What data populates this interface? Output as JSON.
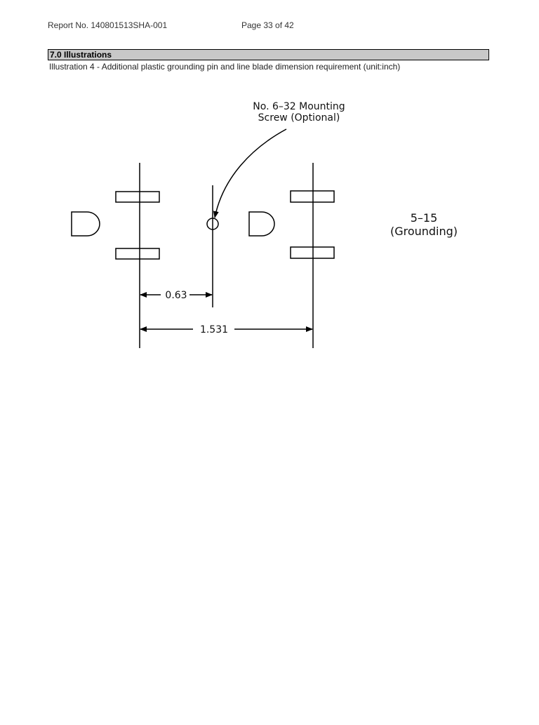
{
  "header": {
    "report_no": "Report No. 140801513SHA-001",
    "page": "Page 33 of 42"
  },
  "section": {
    "title": "7.0 Illustrations",
    "caption": "Illustration 4 - Additional plastic grounding pin and line blade dimension requirement (unit:inch)"
  },
  "drawing": {
    "screw_label_line1": "No. 6–32 Mounting",
    "screw_label_line2": "Screw (Optional)",
    "config_label_line1": "5–15",
    "config_label_line2": "(Grounding)",
    "dim_small": "0.63",
    "dim_large": "1.531"
  }
}
